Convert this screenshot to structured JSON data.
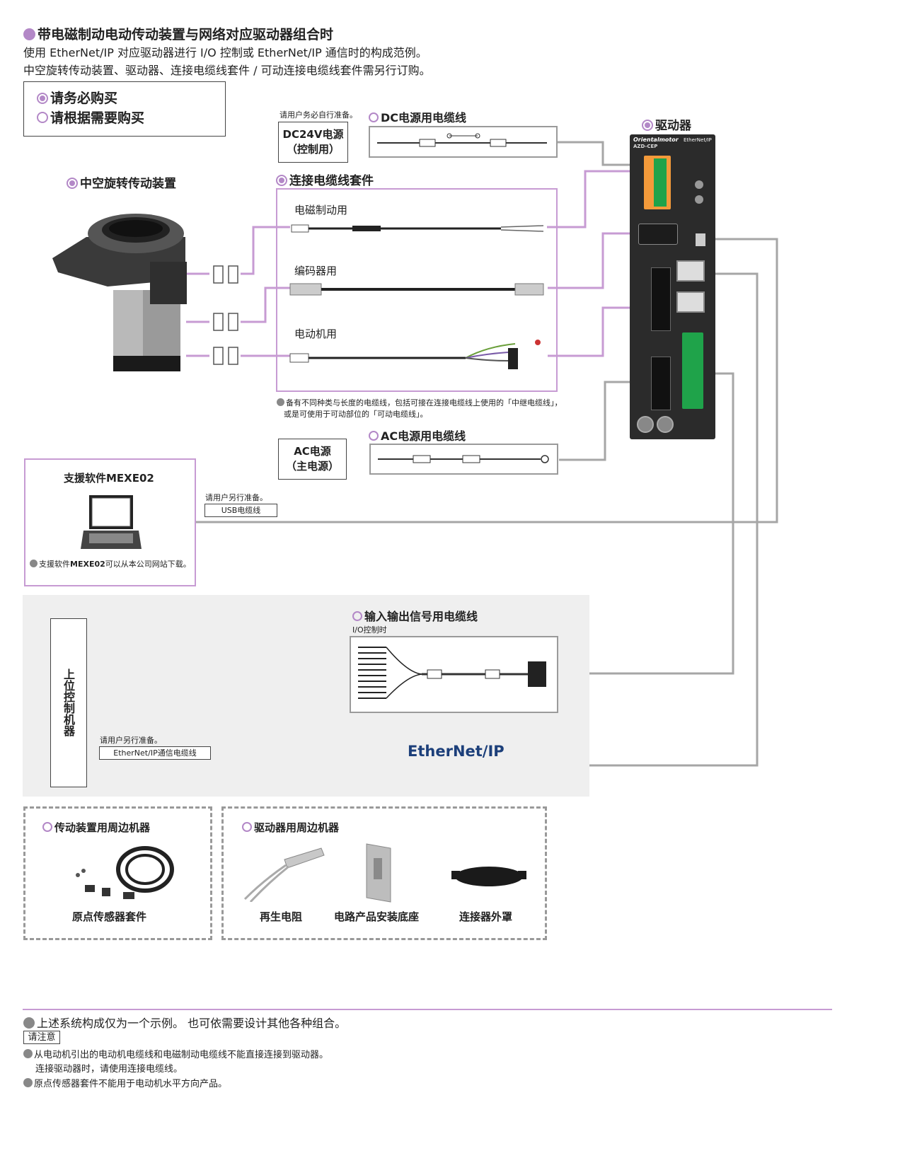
{
  "header": {
    "title": "带电磁制动电动传动装置与网络对应驱动器组合时",
    "line1": "使用 EtherNet/IP 对应驱动器进行 I/O 控制或 EtherNet/IP 通信时的构成范例。",
    "line2": "中空旋转传动装置、驱动器、连接电缆线套件 / 可动连接电缆线套件需另行订购。"
  },
  "legend": {
    "required": "请务必购买",
    "optional": "请根据需要购买"
  },
  "actuator": {
    "label": "中空旋转传动装置"
  },
  "driver": {
    "label": "驱动器",
    "brand": "Orientalmotor",
    "model": "AZD-CEP",
    "ethernet_logo": "EtherNet/IP"
  },
  "dc_power": {
    "note": "请用户务必自行准备。",
    "box_line1": "DC24V电源",
    "box_line2": "（控制用）",
    "cable_label": "DC电源用电缆线"
  },
  "cable_kit": {
    "label": "连接电缆线套件",
    "brake": "电磁制动用",
    "encoder": "编码器用",
    "motor": "电动机用",
    "note_line1": "备有不同种类与长度的电缆线，包括可接在连接电缆线上使用的「中继电缆线」，",
    "note_line2": "或是可使用于可动部位的「可动电缆线」。"
  },
  "ac_power": {
    "box_line1": "AC电源",
    "box_line2": "（主电源）",
    "cable_label": "AC电源用电缆线"
  },
  "software": {
    "label": "支援软件MEXE02",
    "note_prefix": "支援软件",
    "note_bold": "MEXE02",
    "note_suffix": "可以从本公司网站下载。"
  },
  "usb": {
    "note": "请用户另行准备。",
    "label": "USB电缆线"
  },
  "io_cable": {
    "label": "输入输出信号用电缆线",
    "sub": "I/O控制时"
  },
  "host": {
    "label": "上位控制机器"
  },
  "ethernet": {
    "note": "请用户另行准备。",
    "label": "EtherNet/IP通信电缆线",
    "logo_part1": "Ether",
    "logo_part2": "Net/IP"
  },
  "peripherals": {
    "actuator_title": "传动装置用周边机器",
    "origin_sensor": "原点传感器套件",
    "driver_title": "驱动器用周边机器",
    "regen_resistor": "再生电阻",
    "mounting_plate": "电路产品安装底座",
    "connector_cover": "连接器外罩"
  },
  "footer": {
    "example_note": "上述系统构成仅为一个示例。 也可依需要设计其他各种组合。",
    "caution_label": "请注意",
    "caution1": "从电动机引出的电动机电缆线和电磁制动电缆线不能直接连接到驱动器。",
    "caution1b": "连接驱动器时，请使用连接电缆线。",
    "caution2": "原点传感器套件不能用于电动机水平方向产品。"
  },
  "colors": {
    "accent": "#b388c7",
    "pink_line": "#c79bd3",
    "gray_line": "#9a9a9a",
    "driver_body": "#2b2b2b",
    "terminal_green": "#1fa34a",
    "terminal_orange": "#f39a3a",
    "ethernet_logo": "#1c3f7a"
  }
}
